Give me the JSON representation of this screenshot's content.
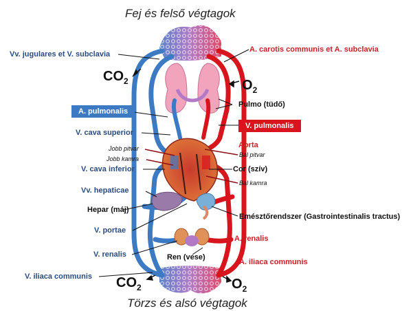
{
  "titles": {
    "top": "Fej és felső végtagok",
    "bottom": "Törzs és alsó végtagok"
  },
  "gases": {
    "co2_top": "CO2",
    "o2_top": "O2",
    "co2_bottom": "CO2",
    "o2_bottom": "O2"
  },
  "labels": {
    "vv_jugulares": "Vv. jugulares et V. subclavia",
    "a_carotis": "A. carotis communis et A. subclavia",
    "pulmo": "Pulmo (tüdő)",
    "a_pulmonalis": "A. pulmonalis",
    "v_pulmonalis": "V. pulmonalis",
    "v_cava_superior": "V. cava superior",
    "aorta": "Aorta",
    "jobb_pitvar": "Jobb pitvar",
    "bal_pitvar": "Bal pitvar",
    "jobb_kamra": "Jobb kamra",
    "v_cava_inferior": "V. cava inferior",
    "cor": "Cor (szív)",
    "bal_kamra": "Bal kamra",
    "vv_hepaticae": "Vv. hepaticae",
    "hepar": "Hepar (máj)",
    "emeszto": "Emésztőrendszer (Gastrointestinalis tractus)",
    "v_portae": "V. portae",
    "a_renalis": "A. renalis",
    "v_renalis": "V. renalis",
    "ren": "Ren (vese)",
    "a_iliaca": "A. iliaca communis",
    "v_iliaca": "V. iliaca communis"
  },
  "colors": {
    "vein_blue": "#3d7ac4",
    "artery_red": "#d8141c",
    "capillary_purple": "#9b5fb3",
    "label_blue": "#2b4c7e",
    "label_red": "#d0202a"
  }
}
